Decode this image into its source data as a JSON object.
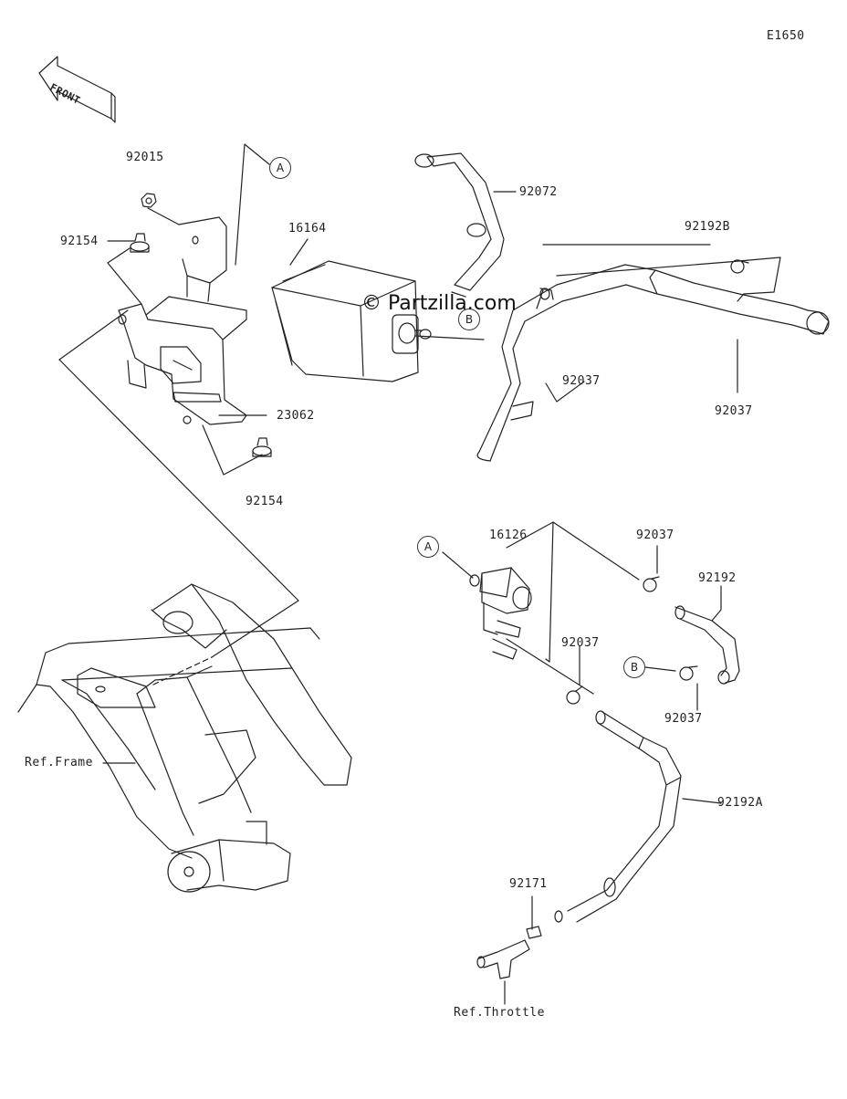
{
  "drawing_id": "E1650",
  "front_label": "FRONT",
  "watermark": "© Partzilla.com",
  "callouts": {
    "a": "A",
    "b": "B"
  },
  "parts": {
    "p92015": "92015",
    "p92154_top": "92154",
    "p92154_bottom": "92154",
    "p23062": "23062",
    "p16164": "16164",
    "p92072": "92072",
    "p92192B": "92192B",
    "p92037_a": "92037",
    "p92037_b": "92037",
    "p92037_c": "92037",
    "p92037_d": "92037",
    "p92037_e": "92037",
    "p16126": "16126",
    "p92192": "92192",
    "p92192A": "92192A",
    "p92171": "92171"
  },
  "refs": {
    "frame": "Ref.Frame",
    "throttle": "Ref.Throttle"
  }
}
